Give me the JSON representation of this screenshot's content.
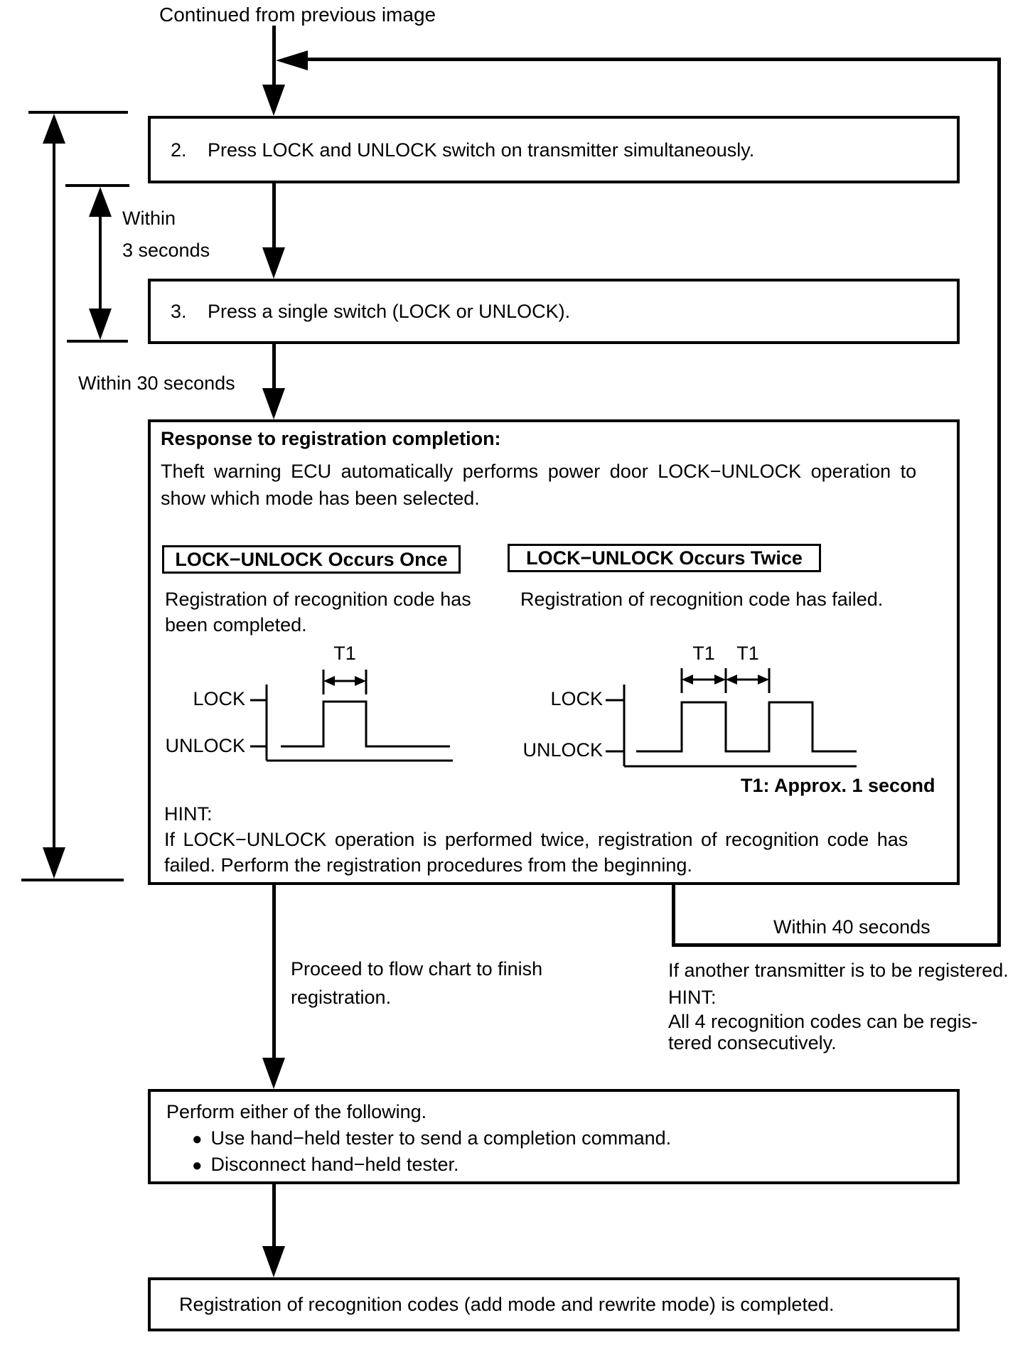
{
  "colors": {
    "ink": "#000000",
    "paper": "#ffffff"
  },
  "header": {
    "continued_label": "Continued from previous image"
  },
  "timing": {
    "within_3s_line1": "Within",
    "within_3s_line2": "3 seconds",
    "within_30s": "Within 30 seconds",
    "within_40s": "Within 40 seconds"
  },
  "steps": {
    "step2": {
      "number": "2.",
      "text": "Press LOCK and UNLOCK switch on transmitter simultaneously."
    },
    "step3": {
      "number": "3.",
      "text": "Press a single switch (LOCK or UNLOCK)."
    }
  },
  "response_box": {
    "heading": "Response to registration completion:",
    "body_line1": "Theft warning ECU automatically performs power door LOCK−UNLOCK operation to",
    "body_line2": "show which mode has been selected.",
    "once": {
      "label": "LOCK−UNLOCK Occurs Once",
      "caption_line1": "Registration of recognition code has",
      "caption_line2": "been completed."
    },
    "twice": {
      "label": "LOCK−UNLOCK Occurs Twice",
      "caption": "Registration of recognition code has failed."
    },
    "waveforms": {
      "lock_label": "LOCK",
      "unlock_label": "UNLOCK",
      "t1_label": "T1",
      "t1_note": "T1: Approx. 1 second"
    },
    "hint_heading": "HINT:",
    "hint_line1": "If LOCK−UNLOCK operation is performed twice, registration of recognition code has",
    "hint_line2": "failed. Perform the registration procedures from the beginning."
  },
  "branches": {
    "proceed_line1": "Proceed to flow chart to finish",
    "proceed_line2": "registration.",
    "another_line1": "If another transmitter is to be registered.",
    "another_hint": "HINT:",
    "another_line2": "All 4 recognition codes can be regis-",
    "another_line3": "tered consecutively."
  },
  "perform_box": {
    "heading": "Perform either of the following.",
    "bullet_glyph": "●",
    "bullet1": "Use hand−held tester to send a completion command.",
    "bullet2": "Disconnect hand−held tester."
  },
  "final_box": {
    "text": "Registration of recognition codes (add mode and rewrite mode) is completed."
  }
}
